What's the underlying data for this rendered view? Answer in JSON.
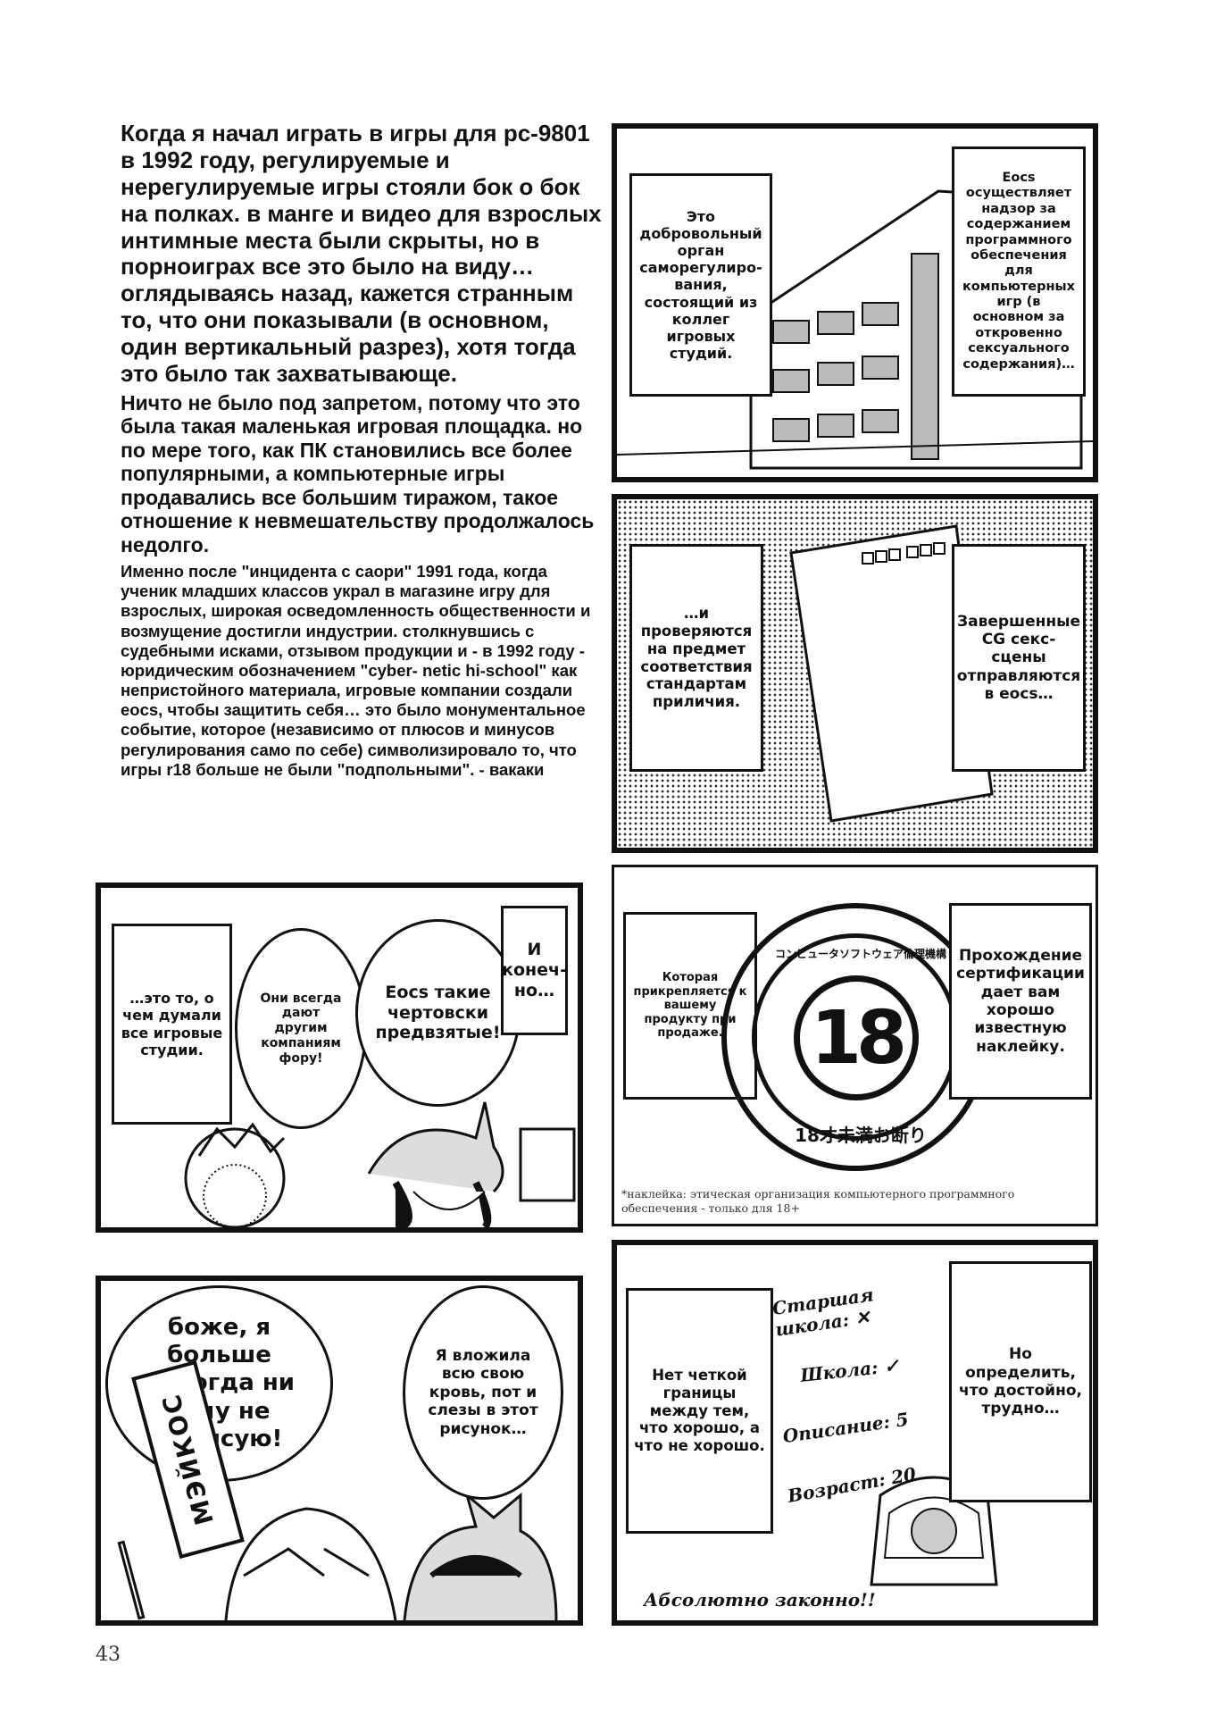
{
  "essay": {
    "para1": "Когда я начал играть в игры для pc-9801 в 1992 году, регулируемые и нерегулируемые игры стояли бок о бок на полках. в манге и видео для взрослых интимные места были скрыты, но в порноиграх все это было на виду… оглядываясь назад, кажется странным то, что они показывали (в основном, один вертикальный разрез), хотя тогда это было так захватывающе.",
    "para2": "Ничто не было под запретом, потому что это была такая маленькая игровая площадка. но по мере того, как ПК становились все более популярными, а компьютерные игры продавались все большим тиражом, такое отношение к невмешательству продолжалось недолго.",
    "para3": "Именно после \"инцидента с саори\" 1991 года, когда ученик младших классов украл в магазине игру для взрослых, широкая осведомленность общественности и возмущение достигли индустрии. столкнувшись с судебными исками, отзывом продукции и - в 1992 году - юридическим обозначением \"cyber- netic hi-school\" как непристойного материала, игровые компании создали eocs, чтобы защитить себя… это было монументальное событие, которое (независимо от плюсов и минусов регулирования само по себе) символизировало то, что игры r18 больше не были \"подпольными\". - вакаки"
  },
  "panel1": {
    "left_box": "Это добровольный орган саморегулиро-вания, состоящий из коллег игровых студий.",
    "right_box": "Eocs осуществляет надзор за содержанием программного обеспечения для компьютерных игр (в основном за откровенно сексуального содержания)…"
  },
  "panel2": {
    "left_box": "…и проверяются на предмет соответствия стандартам приличия.",
    "right_box": "Завершенные CG секс-сцены отправляются в eocs…"
  },
  "panel3": {
    "box1": "…это то, о чем думали все игровые студии.",
    "bubble1": "Они всегда дают другим компаниям фору!",
    "bubble2": "Eocs такие чертовски предвзятые!",
    "box2": "И конеч-но…"
  },
  "panel4": {
    "left_box": "Которая прикрепляется к вашему продукту при продаже.",
    "right_box": "Прохождение сертификации дает вам хорошо известную наклейку.",
    "stamp_number": "18",
    "stamp_ring": "コンピュータソフトウェア倫理機構",
    "stamp_bottom": "18才未満お断り",
    "footnote": "*наклейка: этическая организация компьютерного программного обеспечения - только для 18+"
  },
  "panel5": {
    "bubble_left": "боже, я больше никогда ни хочу не нарисую!",
    "sign": "МЭЙКОС",
    "bubble_right": "Я вложила всю свою кровь, пот и слезы в этот рисунок…"
  },
  "panel6": {
    "left_box": "Нет четкой границы между тем, что хорошо, а что не хорошо.",
    "right_box": "Но определить, что достойно, трудно…",
    "list": [
      "Старшая школа: ✕",
      "Школа: ✓",
      "Описание: 5",
      "Возраст: 20"
    ],
    "bottom": "Абсолютно законно!!"
  },
  "page_number": "43"
}
